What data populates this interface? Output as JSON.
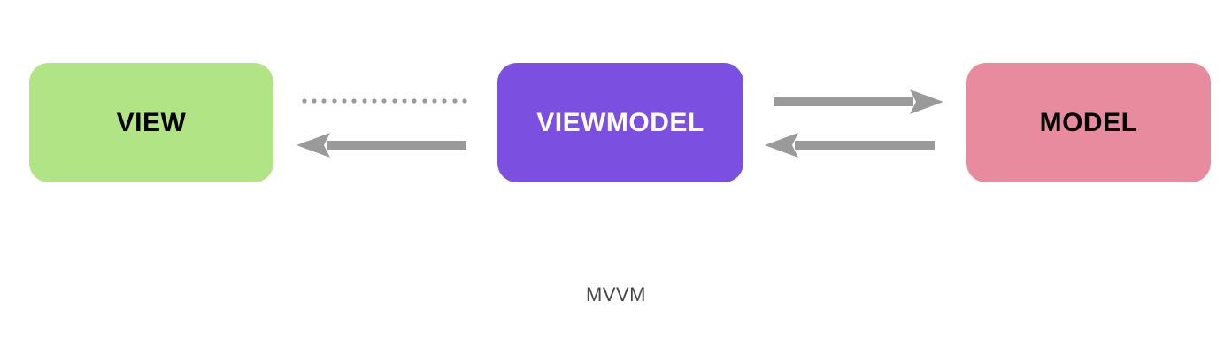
{
  "diagram": {
    "caption": "MVVM",
    "background_color": "#ffffff",
    "nodes": [
      {
        "id": "view",
        "label": "VIEW",
        "fill_color": "#b0e485",
        "text_color": "#000000"
      },
      {
        "id": "viewmodel",
        "label": "VIEWMODEL",
        "fill_color": "#7b50e0",
        "text_color": "#ffffff"
      },
      {
        "id": "model",
        "label": "MODEL",
        "fill_color": "#e88b9e",
        "text_color": "#000000"
      }
    ],
    "connectors": [
      {
        "id": "binding",
        "from": "view",
        "to": "viewmodel",
        "style": "dotted",
        "direction": "none",
        "color": "#9a9a9a",
        "label": ""
      },
      {
        "id": "vm-to-view",
        "from": "viewmodel",
        "to": "view",
        "style": "solid",
        "direction": "left",
        "color": "#9a9a9a",
        "label": ""
      },
      {
        "id": "vm-to-model",
        "from": "viewmodel",
        "to": "model",
        "style": "solid",
        "direction": "right",
        "color": "#9a9a9a",
        "label": ""
      },
      {
        "id": "model-to-vm",
        "from": "model",
        "to": "viewmodel",
        "style": "solid",
        "direction": "left",
        "color": "#9a9a9a",
        "label": ""
      }
    ]
  }
}
